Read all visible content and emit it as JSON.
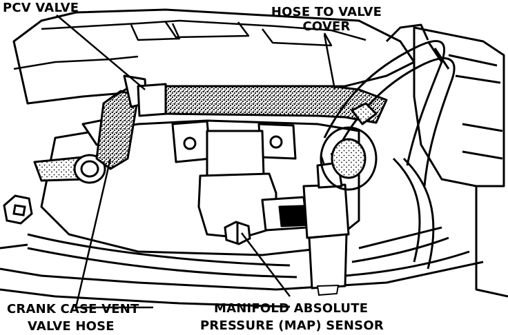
{
  "labels": {
    "pcv_valve": "PCV VALVE",
    "hose_to_valve_cover_line1": "HOSE TO VALVE",
    "hose_to_valve_cover_line2": "COVER",
    "crank_case_line1": "CRANK CASE VENT",
    "crank_case_line2": "VALVE HOSE",
    "map_sensor_line1": "MANIFOLD ABSOLUTE",
    "map_sensor_line2": "PRESSURE (MAP) SENSOR"
  },
  "colors": {
    "ink": "#000000",
    "paper": "#ffffff",
    "stipple": "#3a3a3a"
  }
}
